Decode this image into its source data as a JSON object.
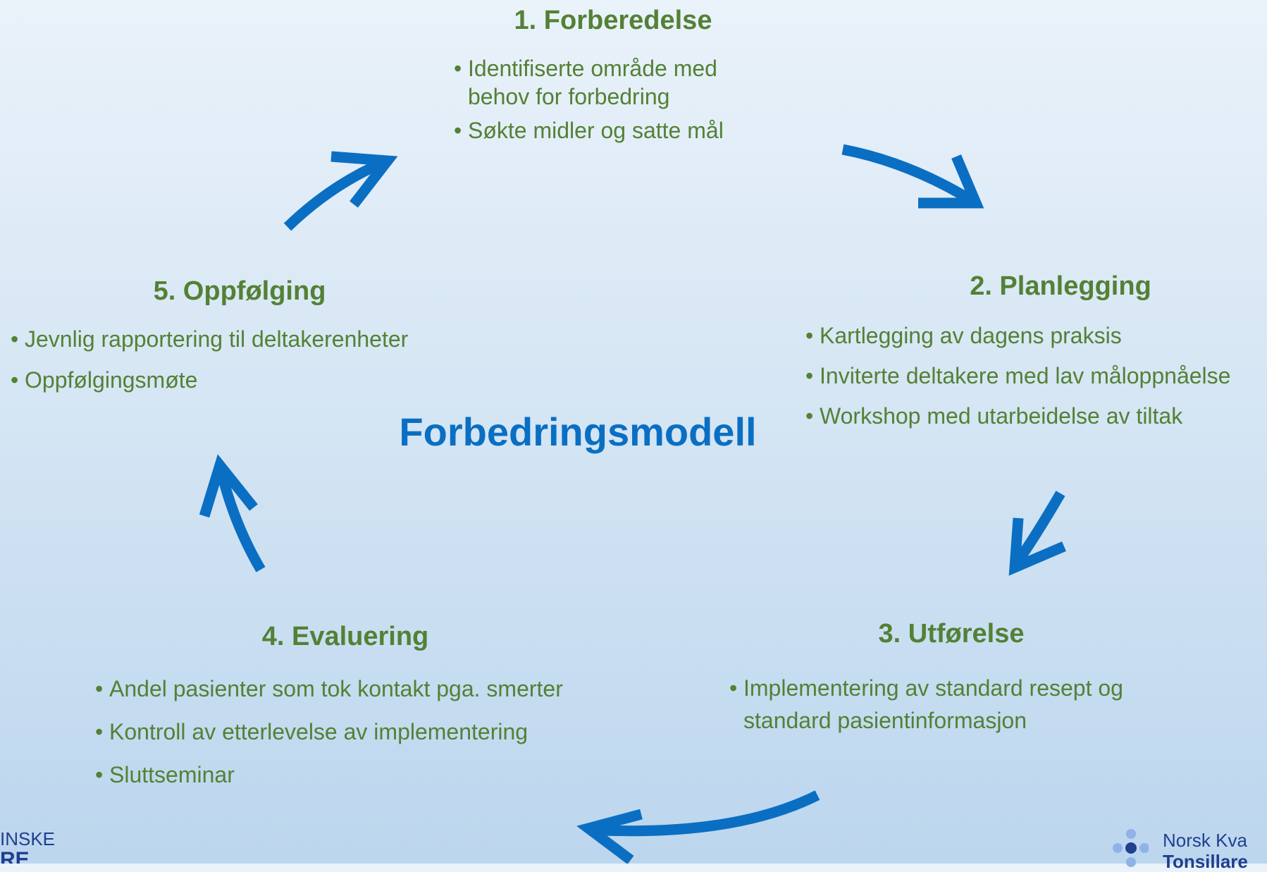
{
  "diagram": {
    "center_title": "Forbedringsmodell",
    "steps": [
      {
        "title": "1. Forberedelse",
        "bullets": [
          "Identifiserte område med behov for forbedring",
          "Søkte midler og satte mål"
        ]
      },
      {
        "title": "2. Planlegging",
        "bullets": [
          "Kartlegging av dagens praksis",
          "Inviterte deltakere med lav måloppnåelse",
          "Workshop med utarbeidelse av tiltak"
        ]
      },
      {
        "title": "3. Utførelse",
        "bullets": [
          "Implementering av standard resept og standard pasientinformasjon"
        ]
      },
      {
        "title": "4. Evaluering",
        "bullets": [
          "Andel pasienter som tok kontakt pga. smerter",
          "Kontroll av etterlevelse av implementering",
          "Sluttseminar"
        ]
      },
      {
        "title": "5. Oppfølging",
        "bullets": [
          "Jevnlig rapportering til deltakerenheter",
          "Oppfølgingsmøte"
        ]
      }
    ],
    "arrow_color": "#0a6fc2",
    "title_color": "#538135"
  },
  "footer": {
    "left_logo_line1": "INSKE",
    "left_logo_line2": "RE",
    "right_logo_line1": "Norsk Kva",
    "right_logo_line2": "Tonsillare"
  }
}
